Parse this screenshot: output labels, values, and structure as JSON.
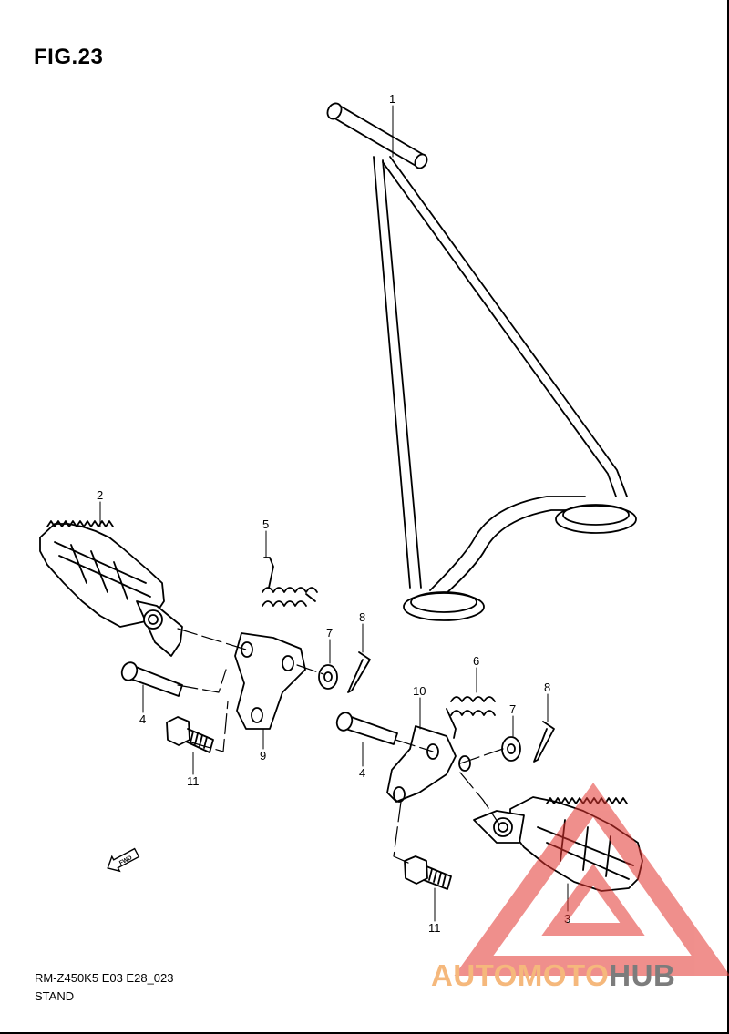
{
  "figure": {
    "title": "FIG.23"
  },
  "callouts": [
    {
      "id": "c1",
      "text": "1"
    },
    {
      "id": "c2",
      "text": "2"
    },
    {
      "id": "c3",
      "text": "3"
    },
    {
      "id": "c4a",
      "text": "4"
    },
    {
      "id": "c4b",
      "text": "4"
    },
    {
      "id": "c5",
      "text": "5"
    },
    {
      "id": "c6",
      "text": "6"
    },
    {
      "id": "c7a",
      "text": "7"
    },
    {
      "id": "c7b",
      "text": "7"
    },
    {
      "id": "c8a",
      "text": "8"
    },
    {
      "id": "c8b",
      "text": "8"
    },
    {
      "id": "c9",
      "text": "9"
    },
    {
      "id": "c10",
      "text": "10"
    },
    {
      "id": "c11a",
      "text": "11"
    },
    {
      "id": "c11b",
      "text": "11"
    }
  ],
  "fwd_arrow": {
    "text": "FWD",
    "icon": "fwd-arrow-icon"
  },
  "footer": {
    "model_code": "RM-Z450K5 E03 E28_023",
    "section_name": "STAND"
  },
  "watermark": {
    "text_part1": "AUTOMOTO",
    "text_part2": "HUB",
    "colors": {
      "triangle": "#e3342f",
      "text_primary": "#f5b87c",
      "text_secondary": "#7c7c7c"
    }
  }
}
